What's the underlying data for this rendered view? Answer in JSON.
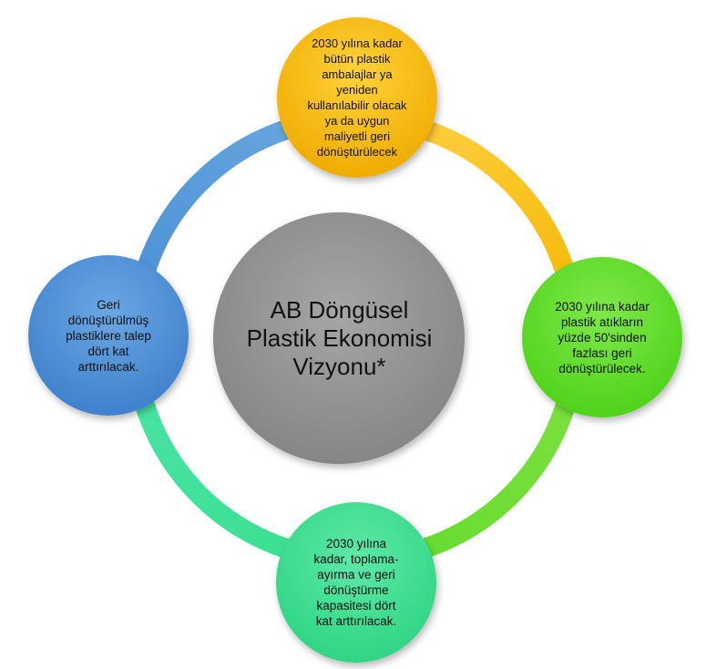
{
  "diagram": {
    "center": {
      "text": "AB Döngüsel\nPlastik Ekonomisi\nVizyonu*",
      "color": "#8f8f8f"
    },
    "nodes": {
      "top": {
        "text": "2030 yılına kadar\nbütün plastik\nambalajlar ya\nyeniden\nkullanılabilir olacak\nya da uygun\nmaliyetli geri\ndönüştürülecek",
        "color": "#f5b800"
      },
      "right": {
        "text": "2030 yılına kadar\nplastik atıkların\nyüzde 50'sinden\nfazlası geri\ndönüştürülecek.",
        "color": "#5bd925"
      },
      "bottom": {
        "text": "2030 yılına\nkadar, toplama-\nayırma ve geri\ndönüştürme\nkapasitesi dört\nkat arttırılacak.",
        "color": "#3ad98e"
      },
      "left": {
        "text": "Geri\ndönüştürülmüş\nplastiklere talep\ndört kat\narttırılacak.",
        "color": "#4f8fd6"
      }
    },
    "ring_colors": {
      "top_left": "#5b9bd5",
      "top_right": "#ffc000",
      "right_bottom": "#7ee040",
      "bottom_left": "#3ee59a"
    }
  }
}
